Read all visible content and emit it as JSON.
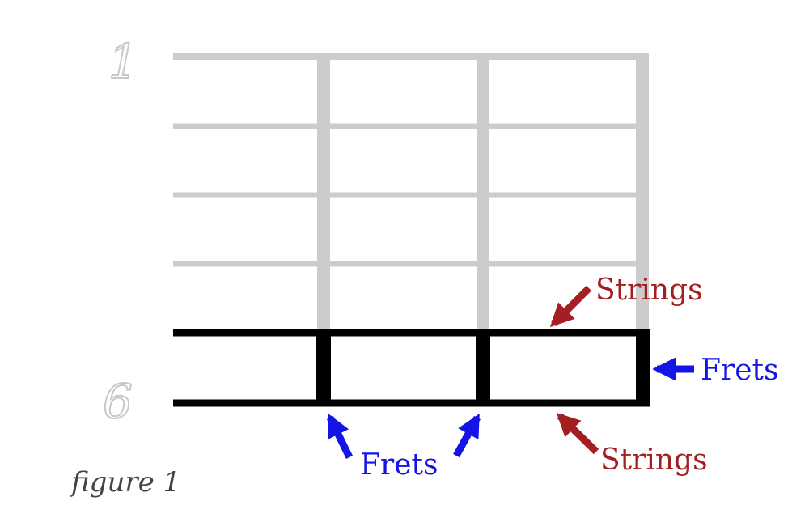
{
  "colors": {
    "faded": "#cccccc",
    "highlight": "#000000",
    "string_label": "#a51e22",
    "fret_label": "#1414e6",
    "number_fill": "#ffffff",
    "number_stroke": "#c8c8c8",
    "caption": "#444444"
  },
  "labels": {
    "string_top_number": "1",
    "string_bottom_number": "6",
    "strings_label_upper": "Strings",
    "strings_label_lower": "Strings",
    "frets_label_right": "Frets",
    "frets_label_bottom": "Frets"
  },
  "caption": "figure 1"
}
